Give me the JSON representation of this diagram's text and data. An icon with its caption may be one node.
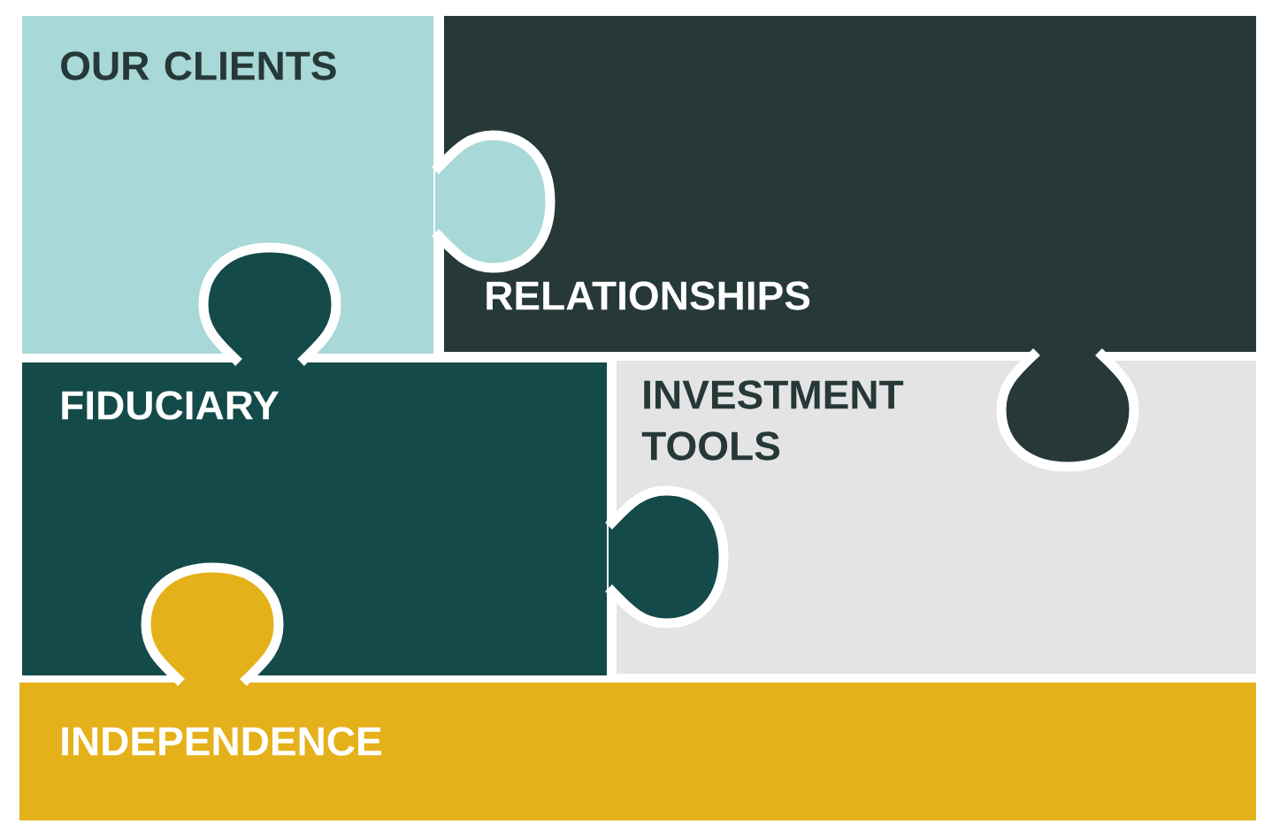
{
  "diagram": {
    "nodes": [
      {
        "text": [
          "OUR CLIENTS"
        ]
      },
      {
        "text": [
          "RELATIONSHIPS"
        ]
      },
      {
        "text": [
          "FIDUCIARY"
        ]
      },
      {
        "text": [
          "INVESTMENT TOOLS"
        ]
      },
      {
        "text": [
          "INDEPENDENCE"
        ]
      }
    ]
  }
}
